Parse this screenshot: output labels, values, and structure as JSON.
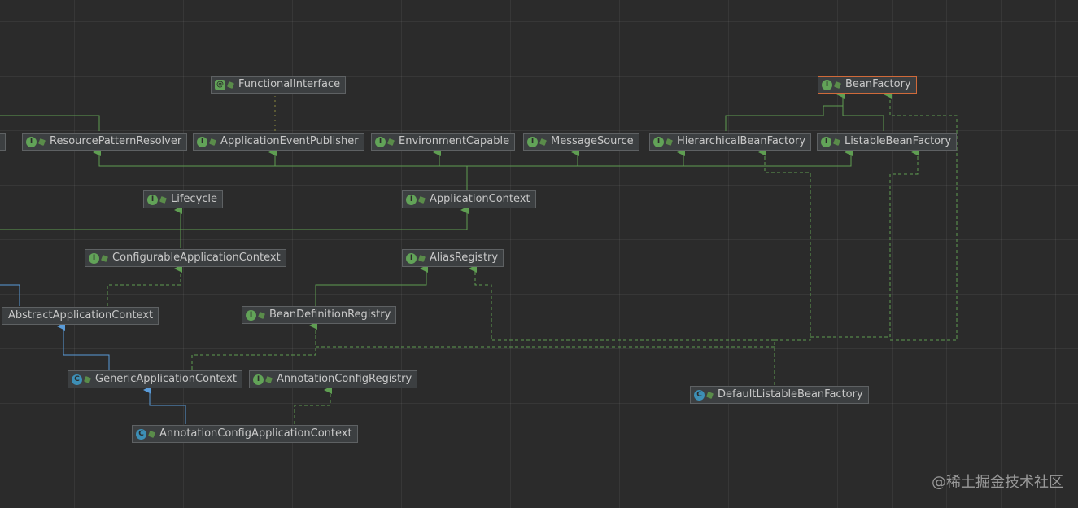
{
  "diagram": {
    "nodes": [
      {
        "id": "FunctionalInterface",
        "label": "FunctionalInterface",
        "kind": "annotation",
        "kind_letter": "@"
      },
      {
        "id": "BeanFactory",
        "label": "BeanFactory",
        "kind": "interface",
        "kind_letter": "I",
        "selected": true
      },
      {
        "id": "ResourcePatternResolver",
        "label": "ResourcePatternResolver",
        "kind": "interface",
        "kind_letter": "I"
      },
      {
        "id": "ApplicationEventPublisher",
        "label": "ApplicationEventPublisher",
        "kind": "interface",
        "kind_letter": "I"
      },
      {
        "id": "EnvironmentCapable",
        "label": "EnvironmentCapable",
        "kind": "interface",
        "kind_letter": "I"
      },
      {
        "id": "MessageSource",
        "label": "MessageSource",
        "kind": "interface",
        "kind_letter": "I"
      },
      {
        "id": "HierarchicalBeanFactory",
        "label": "HierarchicalBeanFactory",
        "kind": "interface",
        "kind_letter": "I"
      },
      {
        "id": "ListableBeanFactory",
        "label": "ListableBeanFactory",
        "kind": "interface",
        "kind_letter": "I"
      },
      {
        "id": "Lifecycle",
        "label": "Lifecycle",
        "kind": "interface",
        "kind_letter": "I"
      },
      {
        "id": "ApplicationContext",
        "label": "ApplicationContext",
        "kind": "interface",
        "kind_letter": "I"
      },
      {
        "id": "ConfigurableApplicationContext",
        "label": "ConfigurableApplicationContext",
        "kind": "interface",
        "kind_letter": "I"
      },
      {
        "id": "AliasRegistry",
        "label": "AliasRegistry",
        "kind": "interface",
        "kind_letter": "I"
      },
      {
        "id": "AbstractApplicationContext",
        "label": "AbstractApplicationContext",
        "kind": "class",
        "kind_letter": ""
      },
      {
        "id": "BeanDefinitionRegistry",
        "label": "BeanDefinitionRegistry",
        "kind": "interface",
        "kind_letter": "I"
      },
      {
        "id": "GenericApplicationContext",
        "label": "GenericApplicationContext",
        "kind": "class",
        "kind_letter": "C"
      },
      {
        "id": "AnnotationConfigRegistry",
        "label": "AnnotationConfigRegistry",
        "kind": "interface",
        "kind_letter": "I"
      },
      {
        "id": "DefaultListableBeanFactory",
        "label": "DefaultListableBeanFactory",
        "kind": "class",
        "kind_letter": "C"
      },
      {
        "id": "AnnotationConfigApplicationContext",
        "label": "AnnotationConfigApplicationContext",
        "kind": "class",
        "kind_letter": "C"
      }
    ],
    "edges": [
      {
        "from": "HierarchicalBeanFactory",
        "to": "BeanFactory",
        "type": "extends-interface"
      },
      {
        "from": "ListableBeanFactory",
        "to": "BeanFactory",
        "type": "extends-interface"
      },
      {
        "from": "ApplicationContext",
        "to": "ResourcePatternResolver",
        "type": "extends-interface"
      },
      {
        "from": "ApplicationContext",
        "to": "ApplicationEventPublisher",
        "type": "extends-interface"
      },
      {
        "from": "ApplicationContext",
        "to": "EnvironmentCapable",
        "type": "extends-interface"
      },
      {
        "from": "ApplicationContext",
        "to": "MessageSource",
        "type": "extends-interface"
      },
      {
        "from": "ApplicationContext",
        "to": "HierarchicalBeanFactory",
        "type": "extends-interface"
      },
      {
        "from": "ApplicationContext",
        "to": "ListableBeanFactory",
        "type": "extends-interface"
      },
      {
        "from": "ApplicationEventPublisher",
        "to": "FunctionalInterface",
        "type": "annotation"
      },
      {
        "from": "ConfigurableApplicationContext",
        "to": "Lifecycle",
        "type": "extends-interface"
      },
      {
        "from": "ConfigurableApplicationContext",
        "to": "ApplicationContext",
        "type": "extends-interface"
      },
      {
        "from": "AbstractApplicationContext",
        "to": "ConfigurableApplicationContext",
        "type": "implements"
      },
      {
        "from": "BeanDefinitionRegistry",
        "to": "AliasRegistry",
        "type": "extends-interface"
      },
      {
        "from": "GenericApplicationContext",
        "to": "AbstractApplicationContext",
        "type": "extends-class"
      },
      {
        "from": "GenericApplicationContext",
        "to": "BeanDefinitionRegistry",
        "type": "implements"
      },
      {
        "from": "AnnotationConfigApplicationContext",
        "to": "GenericApplicationContext",
        "type": "extends-class"
      },
      {
        "from": "AnnotationConfigApplicationContext",
        "to": "AnnotationConfigRegistry",
        "type": "implements"
      },
      {
        "from": "DefaultListableBeanFactory",
        "to": "BeanDefinitionRegistry",
        "type": "implements"
      },
      {
        "from": "DefaultListableBeanFactory",
        "to": "AliasRegistry",
        "type": "implements"
      },
      {
        "from": "DefaultListableBeanFactory",
        "to": "HierarchicalBeanFactory",
        "type": "implements"
      },
      {
        "from": "DefaultListableBeanFactory",
        "to": "ListableBeanFactory",
        "type": "implements"
      },
      {
        "from": "DefaultListableBeanFactory",
        "to": "BeanFactory",
        "type": "implements"
      }
    ]
  },
  "colors": {
    "interface_icon": "#62a358",
    "class_icon": "#3d8fb6",
    "interface_edge": "#5f9e52",
    "class_edge": "#5a9bd8",
    "selected_border": "#d06a3a"
  },
  "watermark": "@稀土掘金技术社区"
}
